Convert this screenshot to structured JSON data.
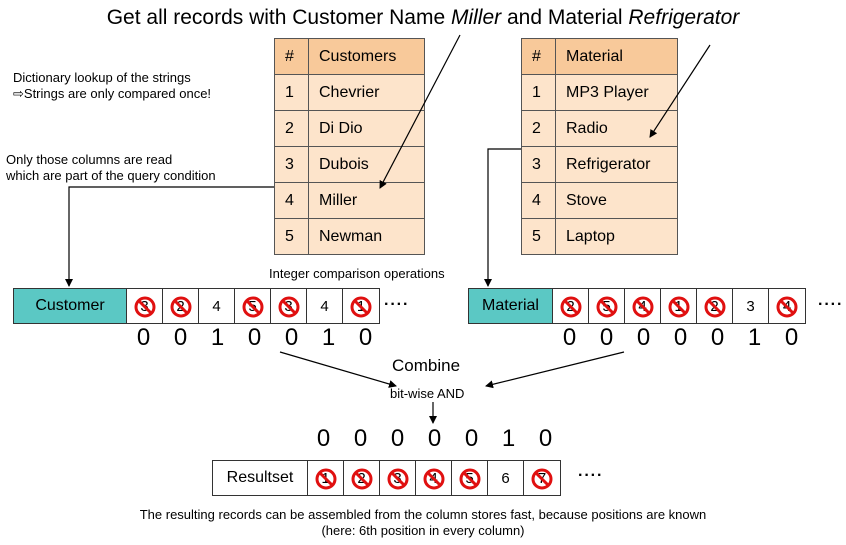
{
  "title": {
    "pre": "Get all records with Customer Name ",
    "name": "Miller",
    "mid": " and Material ",
    "material": "Refrigerator"
  },
  "notes": {
    "dict_line1": "Dictionary lookup of the strings",
    "dict_line2": "⇨Strings are only compared once!",
    "cols_line1": "Only those columns are read",
    "cols_line2": "which are part of the query condition",
    "int_cmp": "Integer comparison operations",
    "combine": "Combine",
    "bitwise": "bit-wise AND",
    "result_line1": "The resulting records can be assembled from the column stores fast, because positions are known",
    "result_line2": "(here: 6th position in every column)"
  },
  "customers_table": {
    "headers": [
      "#",
      "Customers"
    ],
    "rows": [
      [
        "1",
        "Chevrier"
      ],
      [
        "2",
        "Di Dio"
      ],
      [
        "3",
        "Dubois"
      ],
      [
        "4",
        "Miller"
      ],
      [
        "5",
        "Newman"
      ]
    ]
  },
  "material_table": {
    "headers": [
      "#",
      "Material"
    ],
    "rows": [
      [
        "1",
        "MP3 Player"
      ],
      [
        "2",
        "Radio"
      ],
      [
        "3",
        "Refrigerator"
      ],
      [
        "4",
        "Stove"
      ],
      [
        "5",
        "Laptop"
      ]
    ]
  },
  "customer_column": {
    "label": "Customer",
    "cells": [
      {
        "v": "3",
        "x": true
      },
      {
        "v": "2",
        "x": true
      },
      {
        "v": "4",
        "x": false
      },
      {
        "v": "5",
        "x": true
      },
      {
        "v": "3",
        "x": true
      },
      {
        "v": "4",
        "x": false
      },
      {
        "v": "1",
        "x": true
      }
    ],
    "more": "····",
    "bits": [
      "0",
      "0",
      "1",
      "0",
      "0",
      "1",
      "0"
    ]
  },
  "material_column": {
    "label": "Material",
    "cells": [
      {
        "v": "2",
        "x": true
      },
      {
        "v": "5",
        "x": true
      },
      {
        "v": "4",
        "x": true
      },
      {
        "v": "1",
        "x": true
      },
      {
        "v": "2",
        "x": true
      },
      {
        "v": "3",
        "x": false
      },
      {
        "v": "4",
        "x": true
      }
    ],
    "more": "····",
    "bits": [
      "0",
      "0",
      "0",
      "0",
      "0",
      "1",
      "0"
    ]
  },
  "result": {
    "bits": [
      "0",
      "0",
      "0",
      "0",
      "0",
      "1",
      "0"
    ],
    "label": "Resultset",
    "cells": [
      {
        "v": "1",
        "x": true
      },
      {
        "v": "2",
        "x": true
      },
      {
        "v": "3",
        "x": true
      },
      {
        "v": "4",
        "x": true
      },
      {
        "v": "5",
        "x": true
      },
      {
        "v": "6",
        "x": false
      },
      {
        "v": "7",
        "x": true
      }
    ],
    "more": "····"
  }
}
